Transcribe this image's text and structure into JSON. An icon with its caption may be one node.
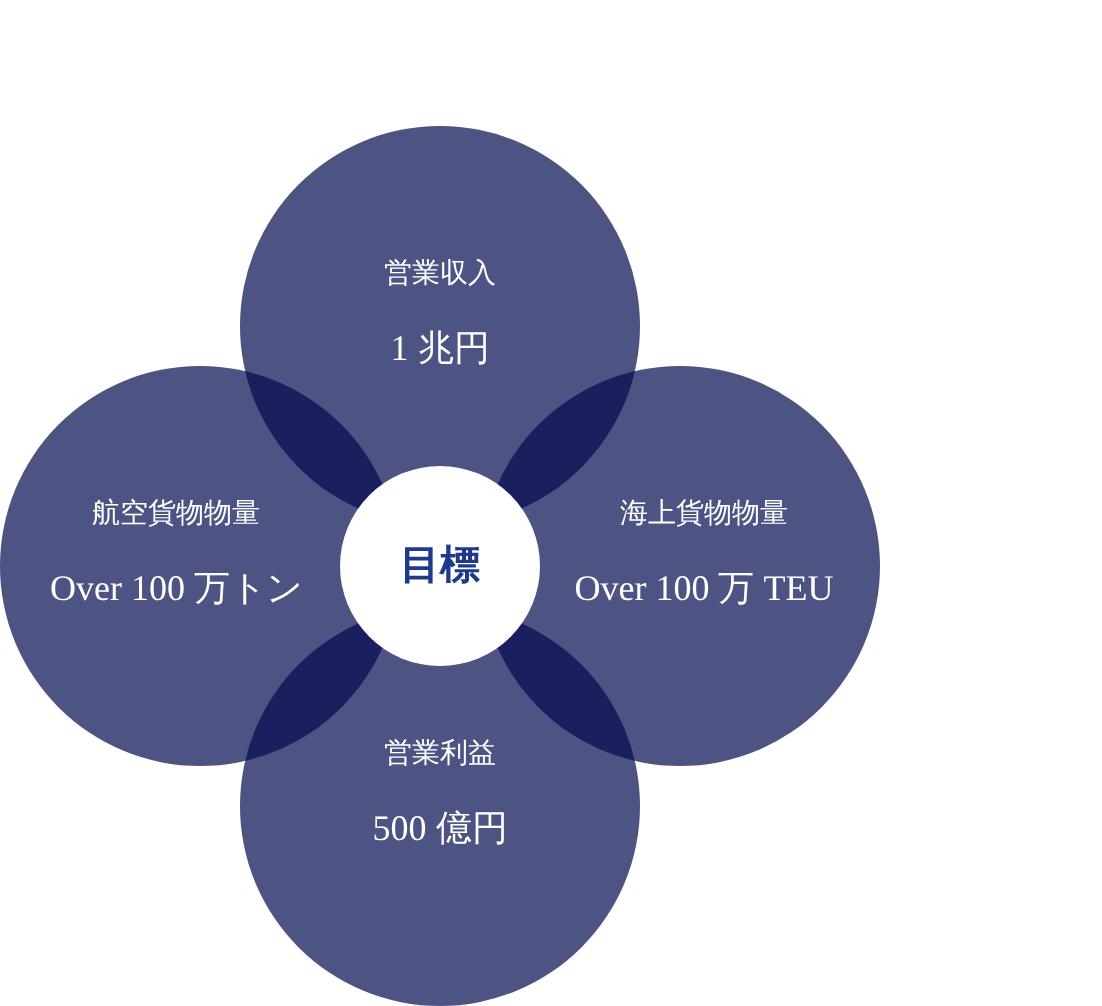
{
  "diagram": {
    "nodes": [
      {
        "text": [
          "営業収入",
          "1 兆円"
        ]
      },
      {
        "text": [
          "航空貨物物量",
          "Over 100 万トン"
        ]
      },
      {
        "text": [
          "目標"
        ]
      },
      {
        "text": [
          "海上貨物物量",
          "Over 100 万 TEU"
        ]
      },
      {
        "text": [
          "営業利益",
          "500 億円"
        ]
      }
    ],
    "edges": []
  }
}
